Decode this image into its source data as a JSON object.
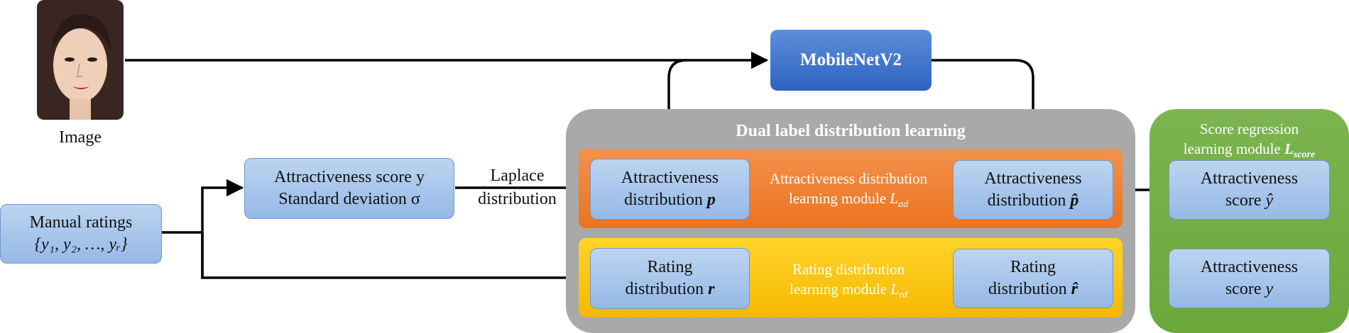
{
  "input_image_label": "Image",
  "manual_ratings": {
    "line1": "Manual ratings",
    "line2": "{y₁, y₂, …, yᵣ}"
  },
  "score_box": {
    "line1": "Attractiveness score y",
    "line2": "Standard deviation σ"
  },
  "laplace_label": {
    "line1": "Laplace",
    "line2": "distribution"
  },
  "mobilenet_label": "MobileNetV2",
  "dual_module_title": "Dual label distribution learning",
  "attr_dist_p": {
    "line1": "Attractiveness",
    "line2": "distribution ",
    "symbol": "p"
  },
  "attr_module": {
    "line1": "Attractiveness distribution",
    "line2": "learning module ",
    "symbol": "L",
    "sub": "ad"
  },
  "attr_dist_phat": {
    "line1": "Attractiveness",
    "line2": "distribution ",
    "symbol": "p̂"
  },
  "rating_dist_r": {
    "line1": "Rating",
    "line2": "distribution ",
    "symbol": "r"
  },
  "rating_module": {
    "line1": "Rating distribution",
    "line2": "learning module ",
    "symbol": "L",
    "sub": "rd"
  },
  "rating_dist_rhat": {
    "line1": "Rating",
    "line2": "distribution ",
    "symbol": "r̂"
  },
  "score_module": {
    "line1": "Score regression",
    "line2": "learning module ",
    "symbol": "L",
    "sub": "score"
  },
  "pred_score": {
    "line1": "Attractiveness",
    "line2": "score ",
    "symbol": "ŷ"
  },
  "gt_score": {
    "line1": "Attractiveness",
    "line2": "score ",
    "symbol": "y"
  },
  "colors": {
    "gray_panel": "#a9a9a9",
    "orange_band": "#ec7320",
    "yellow_band": "#f5b800",
    "green_panel": "#6aa83c",
    "node_blue": "#95b9e6",
    "mobilenet_blue": "#2f62c0"
  }
}
